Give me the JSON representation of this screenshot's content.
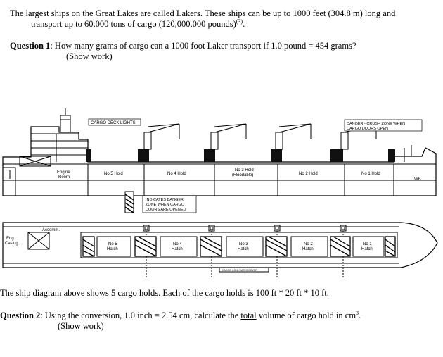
{
  "intro": {
    "line1": "The largest ships on the Great Lakes are called Lakers.  These ships can be up to 1000 feet (304.8 m) long and",
    "line2": "transport up to 60,000 tons of cargo (120,000,000 pounds)",
    "ref": "(3)",
    "end": "."
  },
  "q1": {
    "label": "Question 1",
    "text": ":  How many grams of cargo can a 1000 foot Laker transport if 1.0 pound = 454 grams?",
    "show": "(Show work)"
  },
  "diagram": {
    "cargo_lights": "CARGO DECK LIGHTS",
    "danger_top_1": "DANGER - CRUSH ZONE WHEN",
    "danger_top_2": "CARGO DOORS OPEN",
    "engine_1": "Engine",
    "engine_2": "Room",
    "side_holds": [
      "No 5 Hold",
      "No 4 Hold",
      "No 3 Hold",
      "No 2 Hold",
      "No 1 Hold"
    ],
    "hold3_note": "(Floodable)",
    "wb": "WB",
    "legend_1": "INDICATES DANGER",
    "legend_2": "ZONE WHEN CARGO",
    "legend_3": "DOORS ARE OPENED",
    "eng_casing_1": "Eng",
    "eng_casing_2": "Casing",
    "accomm": "Accomm.",
    "hatches": [
      {
        "no": "No 5",
        "word": "Hatch"
      },
      {
        "no": "No 4",
        "word": "Hatch"
      },
      {
        "no": "No 3",
        "word": "Hatch"
      },
      {
        "no": "No 2",
        "word": "Hatch"
      },
      {
        "no": "No 1",
        "word": "Hatch"
      }
    ],
    "bottom_label": "CARGO HOLD HATCH COVER"
  },
  "holds_text": "The ship diagram above shows 5 cargo holds.  Each of the cargo holds is 100 ft * 20 ft * 10 ft.",
  "q2": {
    "label": "Question 2",
    "pre": ":  Using the conversion, 1.0 inch = 2.54 cm, calculate the ",
    "total": "total",
    "post": " volume of cargo hold in cm",
    "sup": "3",
    "end": ".",
    "show": "(Show work)"
  }
}
